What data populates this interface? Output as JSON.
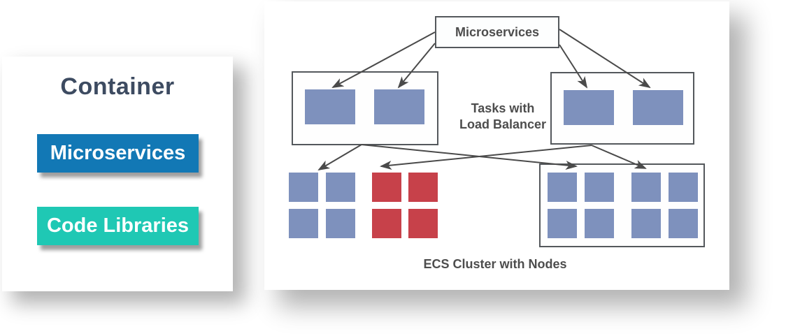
{
  "legend_card": {
    "title": "Container",
    "items": [
      {
        "label": "Microservices",
        "color": "#1278b5"
      },
      {
        "label": "Code Libraries",
        "color": "#1fc8b4"
      }
    ]
  },
  "diagram_card": {
    "root_node": {
      "label": "Microservices"
    },
    "task_group_label": {
      "line1": "Tasks with",
      "line2": "Load Balancer"
    },
    "cluster_label": "ECS Cluster with Nodes",
    "task_groups": [
      {
        "name": "left-task-group",
        "tasks": [
          "task",
          "task"
        ]
      },
      {
        "name": "right-task-group",
        "tasks": [
          "task",
          "task"
        ]
      }
    ],
    "clusters": [
      {
        "name": "left-cluster",
        "bordered": false,
        "rows": [
          [
            "blue",
            "blue",
            "red",
            "red"
          ],
          [
            "blue",
            "blue",
            "red",
            "red"
          ]
        ]
      },
      {
        "name": "right-cluster",
        "bordered": true,
        "rows": [
          [
            "blue",
            "blue",
            "blue",
            "blue"
          ],
          [
            "blue",
            "blue",
            "blue",
            "blue"
          ]
        ]
      }
    ]
  },
  "colors": {
    "node_blue": "#7e91bd",
    "node_red": "#c7414a",
    "line": "#4a4a4a",
    "label_text": "#4d4d4d",
    "legend_title": "#3d4b61",
    "legend_blue": "#1278b5",
    "legend_teal": "#1fc8b4",
    "box_border": "#54585c",
    "card_bg": "#ffffff"
  }
}
